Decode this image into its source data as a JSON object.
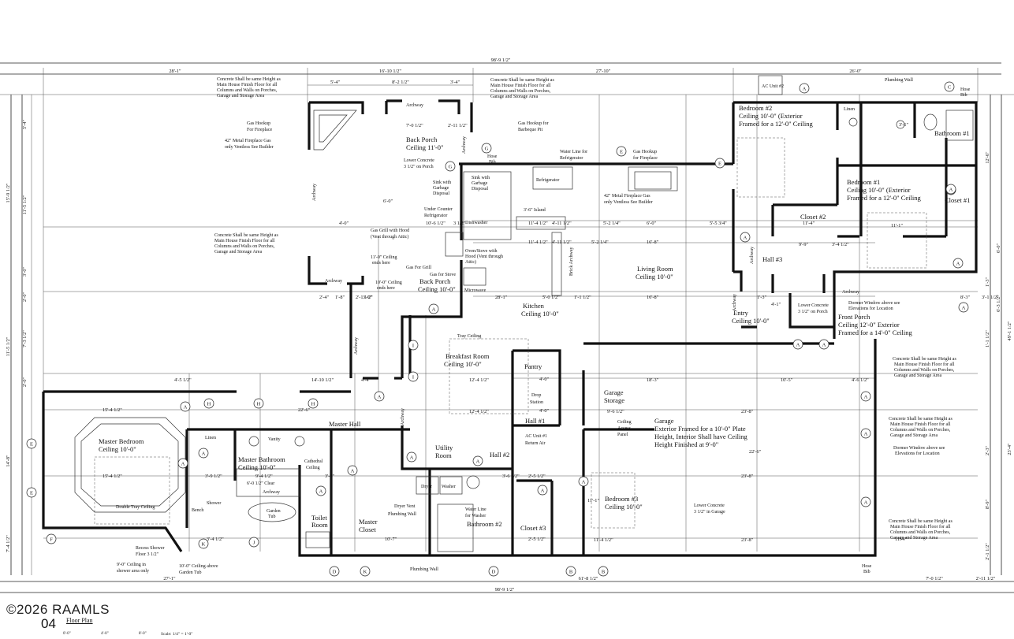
{
  "overall_dims": {
    "top_total": "98'-9 1/2\"",
    "top_segments": [
      "28'-1\"",
      "16'-10 1/2\"",
      "27'-10\"",
      "26'-0\""
    ],
    "top_sub": [
      "5'-4\"",
      "8'-2 1/2\"",
      "3'-4\""
    ],
    "bottom_total": "98'-9 1/2\"",
    "bottom_segments": [
      "27'-1\"",
      "61'-8 1/2\"",
      "7'-0 1/2\"",
      "2'-11 1/2\""
    ],
    "left_dims": [
      "5'-4\"",
      "15'-9 1/2\"",
      "11'-5 1/2\"",
      "3'-0\"",
      "2'-0\"",
      "11'-5 1/2\"",
      "7'-3 1/2\"",
      "2'-0\"",
      "14'-8\"",
      "7'-4 1/2\""
    ],
    "right_dims": [
      "12'-6\"",
      "6'-0\"",
      "1'-3\"",
      "6'-3 1/2\"",
      "49'-1 1/2\"",
      "1'-1 1/2\"",
      "23'-4\"",
      "2'-3\"",
      "8'-9\"",
      "2'-1 1/2\""
    ]
  },
  "rooms": [
    {
      "name": "Back Porch",
      "desc": "Ceiling 11'-0\""
    },
    {
      "name": "Back Porch",
      "desc": "Ceiling 10'-0\""
    },
    {
      "name": "Bedroom #2",
      "desc": "Ceiling 10'-0\" (Exterior",
      "desc2": "Framed for a 12'-0\" Ceiling"
    },
    {
      "name": "Bedroom #1",
      "desc": "Ceiling 10'-0\" (Exterior",
      "desc2": "Framed for a 12'-0\" Ceiling"
    },
    {
      "name": "Living Room",
      "desc": "Ceiling 10'-0\""
    },
    {
      "name": "Kitchen",
      "desc": "Ceiling 10'-0\""
    },
    {
      "name": "Breakfast Room",
      "desc": "Ceiling 10'-0\""
    },
    {
      "name": "Master Bedroom",
      "desc": "Ceiling 10'-0\""
    },
    {
      "name": "Master Bathroom",
      "desc": "Ceiling 10'-0\""
    },
    {
      "name": "Garage",
      "desc": "Exterior Framed for a 10'-0\" Plate",
      "desc2": "Height, Interior Shall have Ceiling",
      "desc3": "Height Finished at 9'-0\""
    },
    {
      "name": "Bedroom #3",
      "desc": "Ceiling 10'-0\""
    },
    {
      "name": "Front Porch",
      "desc": "Ceiling 12'-0\" Exterior",
      "desc2": "Framed for a 14'-0\" Ceiling"
    },
    {
      "name": "Entry",
      "desc": "Ceiling 10'-0\""
    }
  ],
  "labels": {
    "hall3": "Hall #3",
    "closet2": "Closet #2",
    "closet1": "Closet #1",
    "bathroom1": "Bathroom #1",
    "linen_top": "Linen",
    "garage_storage": "Garage",
    "garage_storage2": "Storage",
    "pantry": "Pantry",
    "drop_station": "Drop",
    "drop_station2": "Station",
    "hall1": "Hall #1",
    "ac_unit1": "AC Unit #1",
    "return_air": "Return Air",
    "ceiling_access": "Ceiling",
    "ceiling_access2": "Access",
    "ceiling_access3": "Panel",
    "utility_room": "Utility",
    "utility_room2": "Room",
    "hall2": "Hall #2",
    "master_hall": "Master Hall",
    "toilet_room": "Toilet",
    "toilet_room2": "Room",
    "master_closet": "Master",
    "master_closet2": "Closet",
    "bathroom2": "Bathroom #2",
    "closet3": "Closet #3",
    "linen_master": "Linen",
    "vanity": "Vanity",
    "shower": "Shower",
    "bench": "Bench",
    "garden_tub": "Garden",
    "garden_tub2": "Tub",
    "dryer": "Dryer",
    "washer": "Washer",
    "refrigerator": "Refrigerator",
    "dishwasher": "Dishwasher",
    "microwave": "Microwave",
    "island": "3'-6\" Island",
    "tray_ceiling": "Tray Ceiling",
    "double_tray": "Double Tray Ceiling",
    "cathedral": "Cathedral",
    "cathedral2": "Ceiling",
    "archway": "Archway",
    "brick_archway": "Brick Archway",
    "ac_unit2": "AC Unit #2",
    "plumbing_wall": "Plumbing Wall",
    "hose_bib": "Hose",
    "hose_bib2": "Bib"
  },
  "notes": {
    "concrete_tl": [
      "Concrete Shall be same Height as",
      "Main House Finish Floor for all",
      "Columns and Walls on Porches,",
      "Garage and Storage Area"
    ],
    "concrete_tc": [
      "Concrete Shall be same Height as",
      "Main House Finish Floor for all",
      "Columns and Walls on Porches,",
      "Garage and Storage Area"
    ],
    "concrete_ml": [
      "Concrete Shall be same Height as",
      "Main House Finish Floor for all",
      "Columns and Walls on Porches,",
      "Garage and Storage Area"
    ],
    "concrete_r1": [
      "Concrete Shall be same Height as",
      "Main House Finish Floor for all",
      "Columns and Walls on Porches,",
      "Garage and Storage Area"
    ],
    "concrete_r2": [
      "Concrete Shall be same Height as",
      "Main House Finish Floor for all",
      "Columns and Walls on Porches,",
      "Garage and Storage Area"
    ],
    "concrete_r3": [
      "Concrete Shall be same Height as",
      "Main House Finish Floor for all",
      "Columns and Walls on Porches,",
      "Garage and Storage Area"
    ],
    "gas_fireplace_l": [
      "Gas Hookup",
      "For Fireplace"
    ],
    "metal_fireplace_l": [
      "42\" Metal Fireplace Gas",
      "only Ventless See Builder"
    ],
    "gas_bbq": [
      "Gas Hookup for",
      "Barbeque Pit"
    ],
    "lower_concrete_porch": [
      "Lower Concrete",
      "3 1/2\" on Porch"
    ],
    "sink_disposal": [
      "Sink with",
      "Garbage",
      "Disposal"
    ],
    "under_counter": [
      "Under Counter",
      "Refrigerator"
    ],
    "water_line_fridge": [
      "Water Line for",
      "Refrigerator"
    ],
    "gas_fireplace_r": [
      "Gas Hookup",
      "for Fireplace"
    ],
    "metal_fireplace_r": [
      "42\" Metal Fireplace Gas",
      "only Ventless See Builder"
    ],
    "gas_grill": [
      "Gas Grill with Hood",
      "(Vent through Attic)"
    ],
    "gas_for_grill": [
      "Gas For Grill"
    ],
    "gas_for_stove": [
      "Gas for Stove"
    ],
    "oven_stove": [
      "Oven/Stove with",
      "Hood (Vent through",
      "Attic)"
    ],
    "ceiling_ends_11": [
      "11'-0\" Ceiling",
      "ends here"
    ],
    "ceiling_ends_10": [
      "10'-0\" Ceiling",
      "ends here"
    ],
    "dormer_top": [
      "Dormer Window above see",
      "Elevations for Location"
    ],
    "dormer_right": [
      "Dormer Window above see",
      "Elevations for Location"
    ],
    "lower_concrete_front": [
      "Lower Concrete",
      "3 1/2\" on Porch"
    ],
    "lower_concrete_garage": [
      "Lower Concrete",
      "3 1/2\" in Garage"
    ],
    "recess_shower": [
      "Recess Shower",
      "Floor 3 1/2\""
    ],
    "shower_ceiling": [
      "9'-0\" Ceiling in",
      "shower area only"
    ],
    "tub_ceiling": [
      "10'-0\" Ceiling above",
      "Garden Tub"
    ],
    "dryer_vent": [
      "Dryer Vent"
    ],
    "plumbing_wall_2": [
      "Plumbing Wall"
    ],
    "water_washer": [
      "Water Line",
      "for Washer"
    ],
    "clear_6": [
      "6'-0 1/2\" Clear"
    ],
    "plumbing_wall_bottom": [
      "Plumbing Wall"
    ]
  },
  "interior_dims": [
    "4'-0\"",
    "10'-6 1/2\"",
    "3 1/2\"",
    "11'-4 1/2\"",
    "4'-11 1/2\"",
    "5'-2 1/4\"",
    "6'-0\"",
    "5'-5 3/4\"",
    "16'-8\"",
    "11'-4 1/2\"",
    "4'-11 1/2\"",
    "5'-2 1/4\"",
    "5'-0 1/2\"",
    "1'-1 1/2\"",
    "16'-8\"",
    "12'-4 1/2\"",
    "12'-4 1/2\"",
    "18'-3\"",
    "10'-5\"",
    "4'-6 1/2\"",
    "15'-4 1/2\"",
    "15'-4 1/2\"",
    "22'-6\"",
    "23'-8\"",
    "23'-8\"",
    "23'-8\"",
    "22'-6\"",
    "9'-6 1/2\"",
    "4'-0\"",
    "4'-0\"",
    "2'-5 1/2\"",
    "3'-6 1/2\"",
    "11'-4 1/2\"",
    "11'-1\"",
    "9'-4 1/2\"",
    "3'-9 1/2\"",
    "3'-4 1/2\"",
    "10'-7\"",
    "3'-9\"",
    "2'-5 1/2\"",
    "11'-4\"",
    "11'-1\"",
    "9'-9\"",
    "3'-4 1/2\"",
    "8'-3\"",
    "3'-1 1/2\"",
    "7'-0 1/2\"",
    "2'-11 1/2\"",
    "8'-2 1/2\"",
    "2'-4\"",
    "1'-8\"",
    "2'-1 1/2\"",
    "3'-0\"",
    "4'-4\"",
    "4'-5 1/2\"",
    "28'-1\"",
    "6'-0\"",
    "14'-10 1/2\"",
    "3'-1\"",
    "11'-4\"",
    "7'-1 1/2\"",
    "1'-3\"",
    "4'-1\"",
    "5'-8 1/2\""
  ],
  "tags": [
    "A",
    "B",
    "C",
    "D",
    "E",
    "F",
    "G",
    "H",
    "I",
    "J",
    "K"
  ],
  "footer": {
    "copyright": "©2026 RAAMLS",
    "sheet_number": "04",
    "sheet_title": "Floor Plan",
    "scale": "Scale: 1/4\" = 1'-0\"",
    "scale_ticks": [
      "0'-0\"",
      "4'-0\"",
      "8'-0\""
    ]
  }
}
